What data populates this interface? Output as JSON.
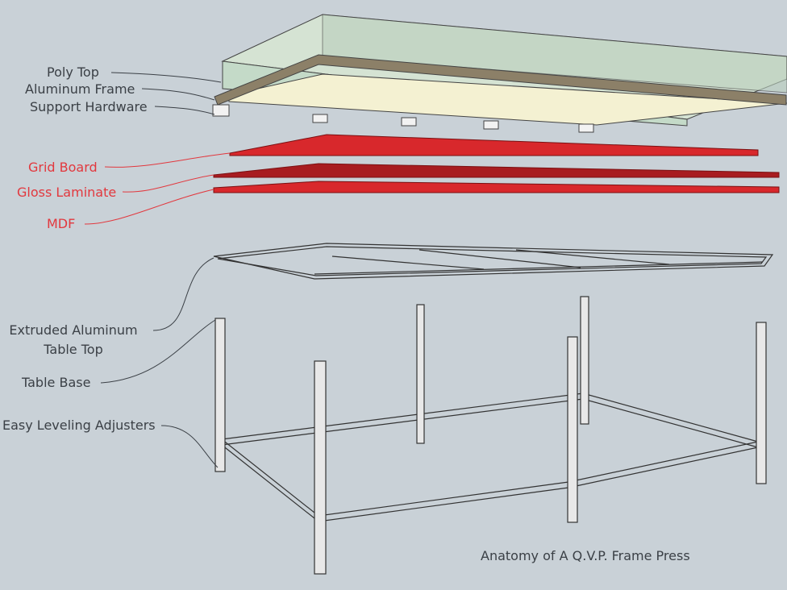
{
  "labels": {
    "poly_top": "Poly Top",
    "aluminum_frame": "Aluminum Frame",
    "support_hardware": "Support Hardware",
    "grid_board": "Grid Board",
    "gloss_laminate": "Gloss Laminate",
    "mdf": "MDF",
    "extruded_line1": "Extruded Aluminum",
    "extruded_line2": "Table Top",
    "table_base": "Table Base",
    "leveling": "Easy Leveling Adjusters"
  },
  "caption": "Anatomy of A Q.V.P. Frame Press",
  "colors": {
    "background": "#c9d1d7",
    "label_dark": "#3b4046",
    "label_red": "#e2383e",
    "board_red": "#d8282c",
    "poly": "#cfe0cc",
    "frame": "#8c8068"
  }
}
